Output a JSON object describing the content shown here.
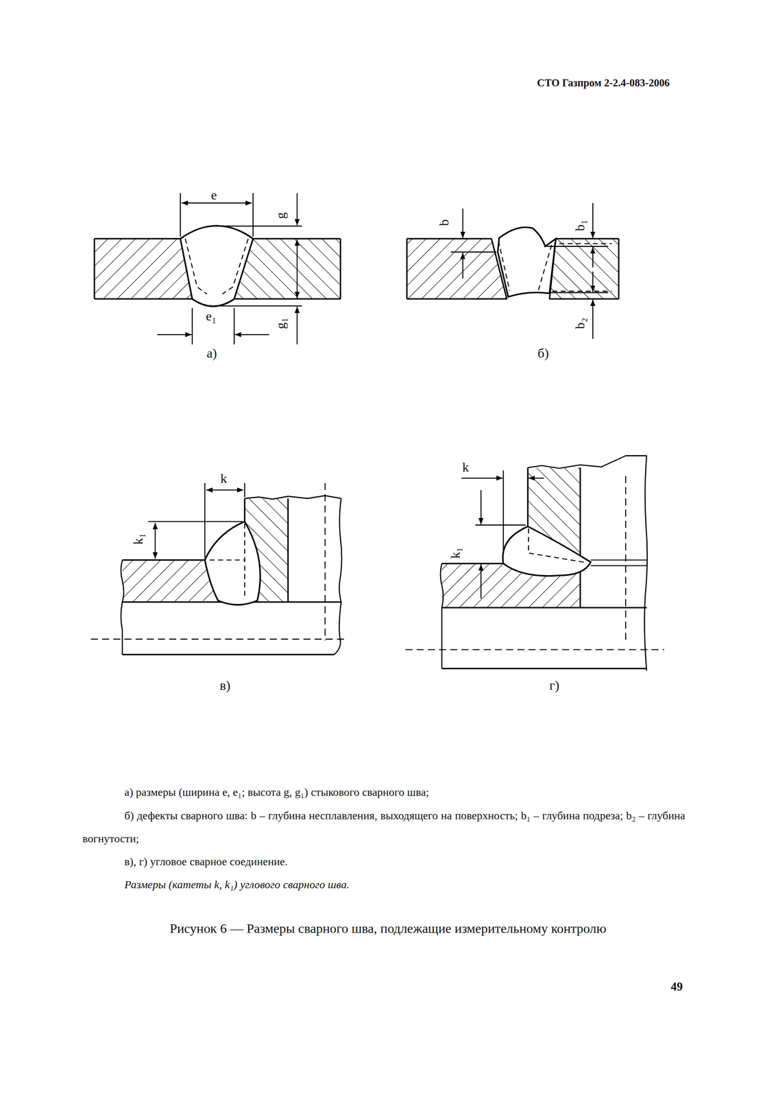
{
  "diagram": {
    "caption": "Рисунок 6 — Размеры сварного шва, подлежащие измерительному контролю",
    "labels": [
      "СТО Газпром 2-2.4-083-2006",
      "e",
      "g",
      "e₁",
      "g₁",
      "а)",
      "b",
      "b₁",
      "b₂",
      "б)",
      "k",
      "k₁",
      "в)",
      "k",
      "k₁",
      "г)",
      "а) размеры (ширина e, e₁; высота g, g₁) стыкового сварного шва;",
      "б) дефекты сварного шва: b – глубина несплавления, выходящего на поверхность; b₁ – глубина подреза; b₂ – глубина вогнутости;",
      "в), г) угловое сварное соединение.",
      "Размеры (катеты k, k₁) углового сварного шва.",
      "49"
    ]
  }
}
